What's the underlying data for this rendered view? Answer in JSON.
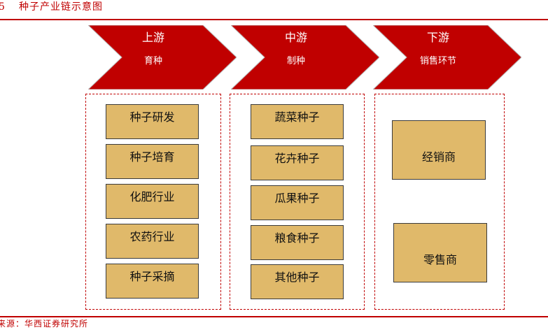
{
  "header": {
    "number": "5",
    "title": "种子产业链示意图"
  },
  "stages": [
    {
      "title": "上游",
      "subtitle": "育种"
    },
    {
      "title": "中游",
      "subtitle": "制种"
    },
    {
      "title": "下游",
      "subtitle": "销售环节"
    }
  ],
  "upstream_items": [
    "种子研发",
    "种子培育",
    "化肥行业",
    "农药行业",
    "种子采摘"
  ],
  "midstream_items": [
    "蔬菜种子",
    "花卉种子",
    "瓜果种子",
    "粮食种子",
    "其他种子"
  ],
  "downstream_items": [
    "经销商",
    "零售商"
  ],
  "footer": {
    "source": "来源：华西证券研究所"
  },
  "colors": {
    "accent": "#c00000",
    "card_fill": "#e0b96a",
    "card_border": "#3b3b3b"
  }
}
